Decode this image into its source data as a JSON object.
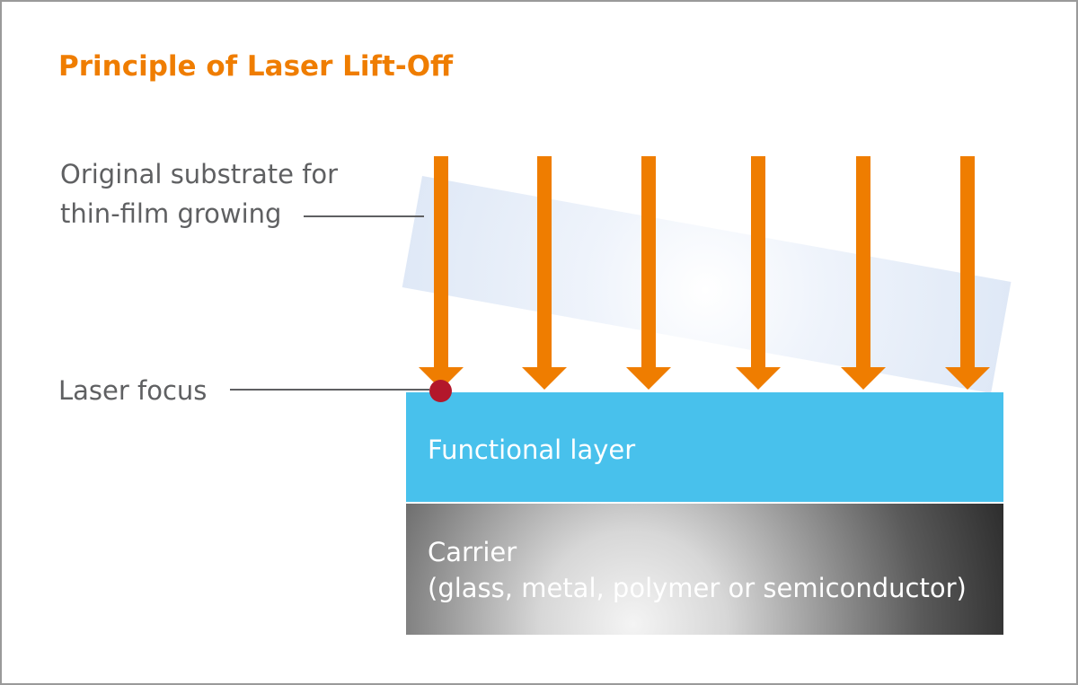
{
  "title": "Principle of Laser Lift-Off",
  "labels": {
    "substrate_line1": "Original substrate for",
    "substrate_line2": "thin-film growing",
    "laser_focus": "Laser focus"
  },
  "layers": {
    "functional": "Functional layer",
    "carrier_line1": "Carrier",
    "carrier_line2": "(glass, metal, polymer or semiconductor)"
  },
  "colors": {
    "accent_orange": "#ef7d00",
    "functional_blue": "#48c1ec",
    "focus_red": "#b3172b"
  }
}
